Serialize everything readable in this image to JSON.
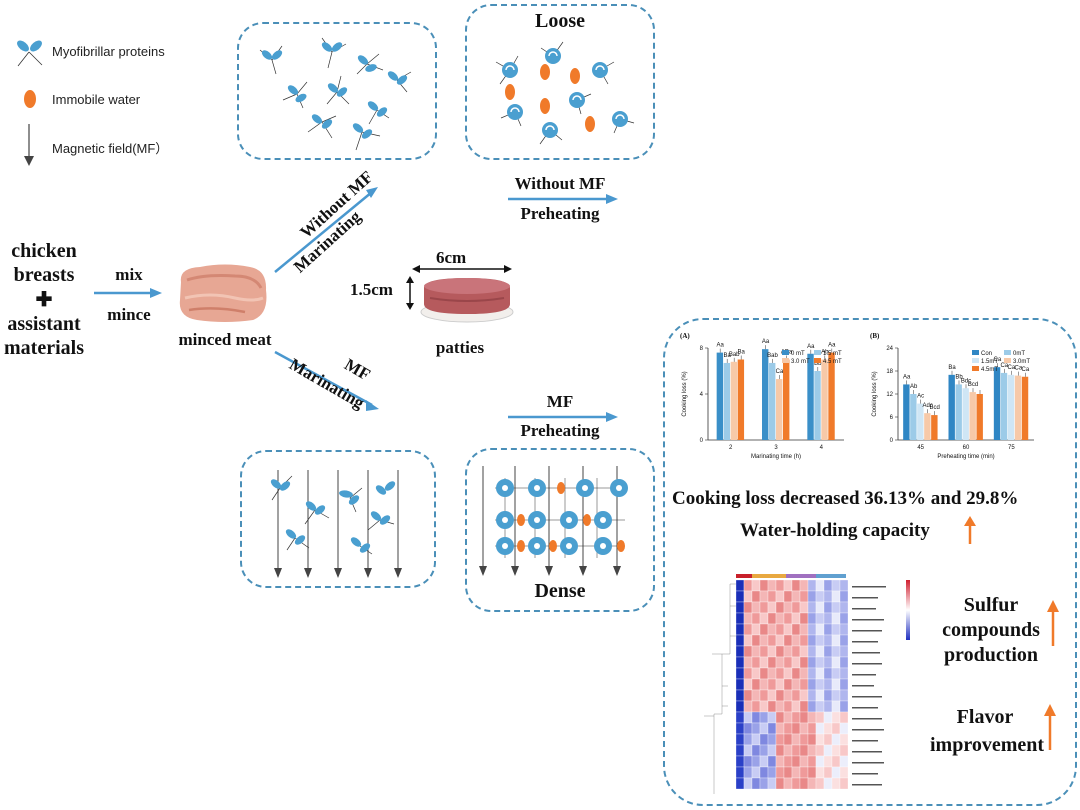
{
  "legend": {
    "items": [
      {
        "label": "Myofibrillar proteins",
        "icon": "myofibrillar-protein-icon"
      },
      {
        "label": "Immobile water",
        "icon": "immobile-water-icon"
      },
      {
        "label": "Magnetic field(MF）",
        "icon": "magnetic-field-arrow-icon"
      }
    ]
  },
  "states": {
    "loose": "Loose",
    "dense": "Dense"
  },
  "steps": {
    "without_mf_marinating": {
      "line1": "Without MF",
      "line2": "Marinating"
    },
    "mf_marinating": {
      "line1": "MF",
      "line2": "Marinating"
    },
    "without_mf_preheating": {
      "line1": "Without MF",
      "line2": "Preheating"
    },
    "mf_preheating": {
      "line1": "MF",
      "line2": "Preheating"
    },
    "mix": "mix",
    "mince": "mince"
  },
  "materials": {
    "chicken": "chicken",
    "breasts": "breasts",
    "plus": "✚",
    "assistant": "assistant",
    "materials": "materials",
    "minced_meat": "minced meat",
    "patties": "patties",
    "width": "6cm",
    "height": "1.5cm"
  },
  "results": {
    "cooking_loss": "Cooking loss decreased 36.13% and 29.8%",
    "whc": "Water-holding capacity",
    "sulfur_1": "Sulfur",
    "sulfur_2": "compounds",
    "sulfur_3": "production",
    "flavor_1": "Flavor",
    "flavor_2": "improvement"
  },
  "colors": {
    "blue": "#4a9fd0",
    "orange": "#f07a2a",
    "dashed": "#4a8fb8",
    "arrow": "#4a98cf"
  },
  "chart_data": [
    {
      "type": "bar",
      "panel": "(A)",
      "xlabel": "Marinating time (h)",
      "ylabel": "Cooking loss (%)",
      "categories": [
        "2",
        "3",
        "4"
      ],
      "ylim": [
        0,
        8
      ],
      "yticks": [
        "0",
        "4",
        "8"
      ],
      "series": [
        {
          "name": "0 mT",
          "values": [
            7.6,
            7.9,
            7.5
          ]
        },
        {
          "name": "1.5 mT",
          "values": [
            6.7,
            6.7,
            6.0
          ]
        },
        {
          "name": "3.0 mT",
          "values": [
            6.8,
            5.3,
            7.0
          ]
        },
        {
          "name": "4.5 mT",
          "values": [
            7.0,
            7.0,
            7.6
          ]
        }
      ],
      "labels": [
        [
          "Aa",
          "Ba",
          "Bab",
          "Ba"
        ],
        [
          "Aa",
          "Bab",
          "Ca",
          "ABa"
        ],
        [
          "Aa",
          "Bb",
          "Ab",
          "Aa"
        ]
      ]
    },
    {
      "type": "bar",
      "panel": "(B)",
      "xlabel": "Preheating time (min)",
      "ylabel": "Cooking loss (%)",
      "categories": [
        "45",
        "60",
        "75"
      ],
      "ylim": [
        0,
        24
      ],
      "yticks": [
        "0",
        "6",
        "12",
        "18",
        "24"
      ],
      "series": [
        {
          "name": "Con",
          "values": [
            14.5,
            17.0,
            19.0
          ]
        },
        {
          "name": "0mT",
          "values": [
            12.0,
            14.5,
            17.5
          ]
        },
        {
          "name": "1.5mT",
          "values": [
            9.5,
            13.5,
            17.0
          ]
        },
        {
          "name": "3.0mT",
          "values": [
            7.0,
            12.5,
            16.8
          ]
        },
        {
          "name": "4.5mT",
          "values": [
            6.5,
            12.0,
            16.5
          ]
        }
      ],
      "labels": [
        [
          "Aa",
          "Ab",
          "Ac",
          "Adc",
          "Bcd"
        ],
        [
          "Ba",
          "Bb",
          "Bdc",
          "Bcd"
        ],
        [
          "Ca",
          "Ca",
          "Ca",
          "Ca",
          "Ca"
        ]
      ]
    }
  ]
}
